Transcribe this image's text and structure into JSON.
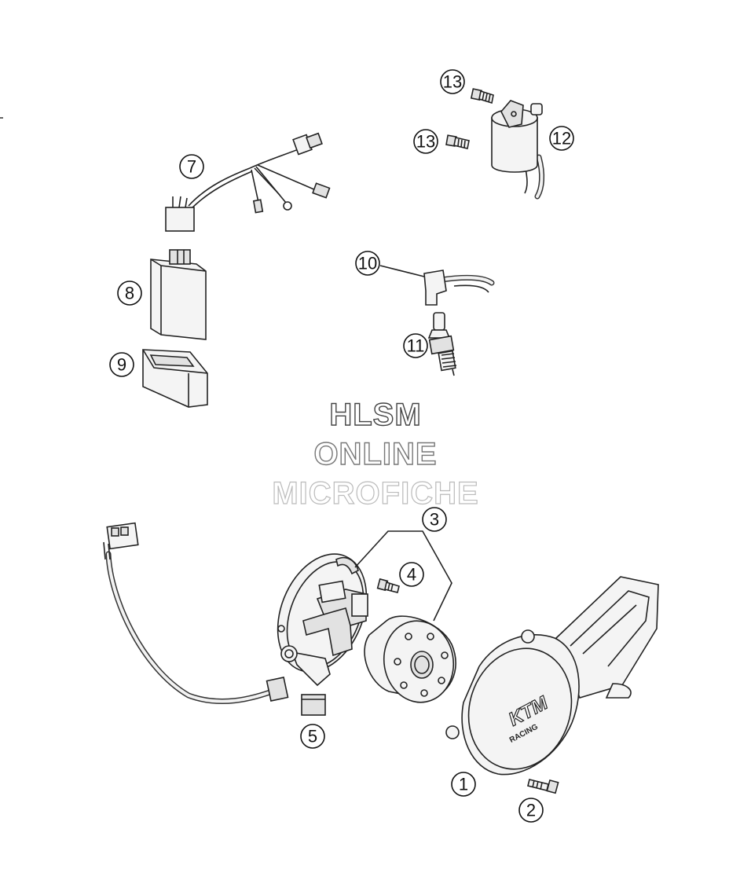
{
  "diagram": {
    "callouts": [
      {
        "id": "c1",
        "label": "1"
      },
      {
        "id": "c2",
        "label": "2"
      },
      {
        "id": "c3",
        "label": "3"
      },
      {
        "id": "c4",
        "label": "4"
      },
      {
        "id": "c5",
        "label": "5"
      },
      {
        "id": "c7",
        "label": "7"
      },
      {
        "id": "c8",
        "label": "8"
      },
      {
        "id": "c9",
        "label": "9"
      },
      {
        "id": "c10",
        "label": "10"
      },
      {
        "id": "c11",
        "label": "11"
      },
      {
        "id": "c12",
        "label": "12"
      },
      {
        "id": "c13a",
        "label": "13"
      },
      {
        "id": "c13b",
        "label": "13"
      }
    ],
    "cover_logo": {
      "brand": "KTM",
      "sub": "RACING"
    }
  },
  "watermark": {
    "line1": "HLSM",
    "line2": "ONLINE",
    "line3": "MICROFICHE"
  }
}
